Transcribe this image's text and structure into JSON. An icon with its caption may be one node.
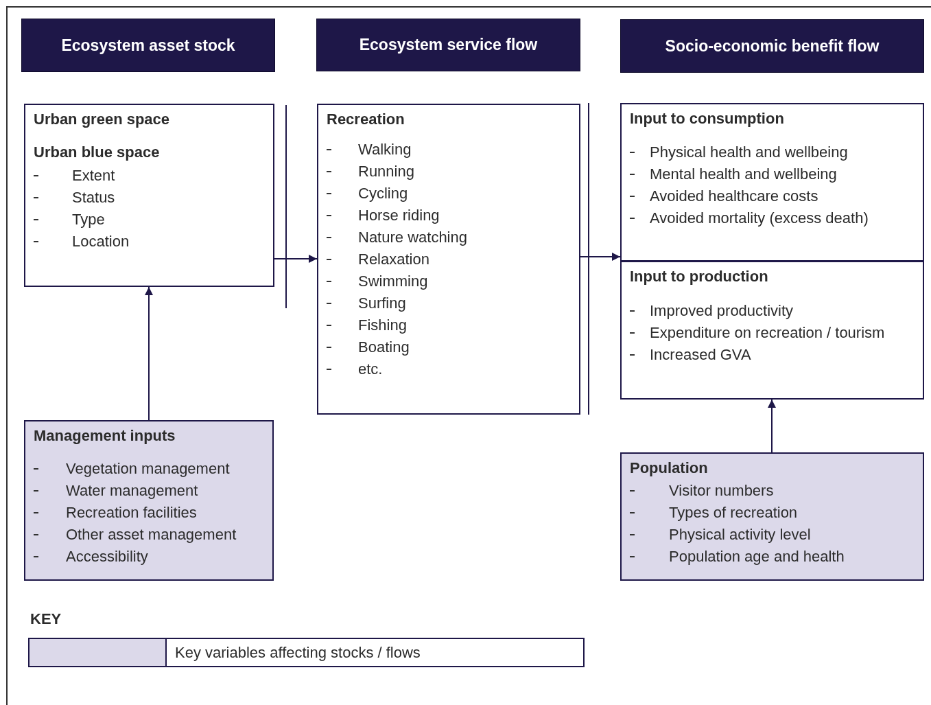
{
  "diagram": {
    "nodes": [
      {
        "text": [
          "Ecosystem asset stock"
        ]
      },
      {
        "text": [
          "Ecosystem service flow"
        ]
      },
      {
        "text": [
          "Socio-economic benefit flow"
        ]
      },
      {
        "text": [
          "Urban green space",
          "Urban blue space",
          "Extent",
          "Status",
          "Type",
          "Location"
        ]
      },
      {
        "text": [
          "Recreation",
          "Walking",
          "Running",
          "Cycling",
          "Horse riding",
          "Nature watching",
          "Relaxation",
          "Swimming",
          "Surfing",
          "Fishing",
          "Boating",
          "etc."
        ]
      },
      {
        "text": [
          "Input to consumption",
          "Physical health and wellbeing",
          "Mental health and wellbeing",
          "Avoided healthcare costs",
          "Avoided mortality (excess death)"
        ]
      },
      {
        "text": [
          "Input to production",
          "Improved productivity",
          "Expenditure on recreation / tourism",
          "Increased GVA"
        ]
      },
      {
        "text": [
          "Management inputs",
          "Vegetation management",
          "Water management",
          "Recreation facilities",
          "Other asset management",
          "Accessibility"
        ]
      },
      {
        "text": [
          "Population",
          "Visitor numbers",
          "Types of recreation",
          "Physical activity level",
          "Population age and health"
        ]
      }
    ],
    "edges": [
      {
        "from": 3,
        "to": 4,
        "arrow": "to"
      },
      {
        "from": 4,
        "to": 5,
        "arrow": "to"
      },
      {
        "from": 7,
        "to": 3,
        "arrow": "to"
      },
      {
        "from": 8,
        "to": 6,
        "arrow": "to"
      }
    ],
    "labels": [
      "KEY"
    ],
    "legend": [
      {
        "text": "Key variables affecting stocks / flows",
        "color": "#dcd9ea"
      }
    ]
  }
}
